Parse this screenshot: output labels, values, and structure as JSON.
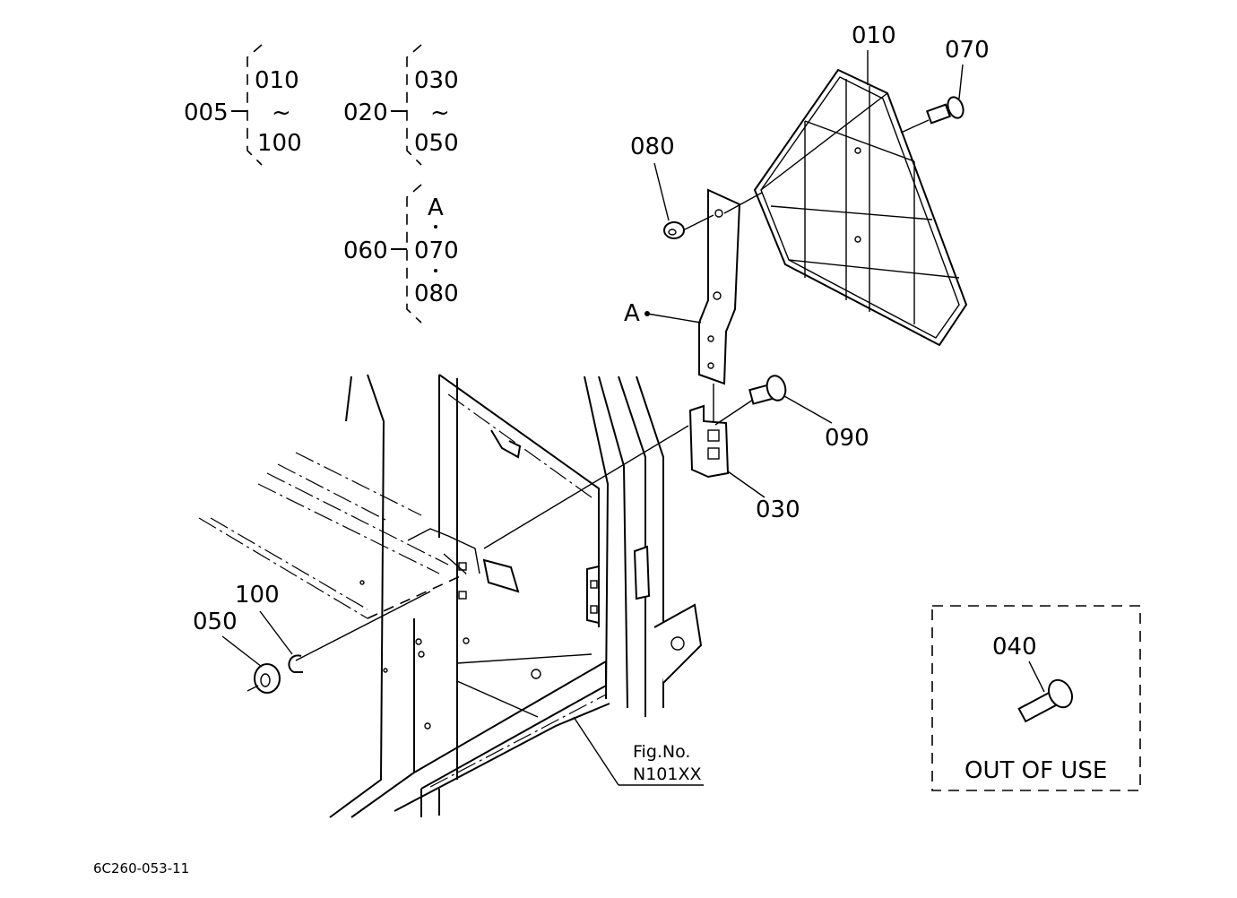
{
  "groups": [
    {
      "parent": "005",
      "first": "010",
      "sep": "~",
      "last": "100"
    },
    {
      "parent": "020",
      "first": "030",
      "sep": "~",
      "last": "050"
    }
  ],
  "group060": {
    "parent": "060",
    "items": [
      "A",
      "070",
      "080"
    ]
  },
  "callouts": {
    "p010": "010",
    "p070": "070",
    "p080": "080",
    "pA": "A",
    "p090": "090",
    "p030": "030",
    "p050": "050",
    "p100": "100",
    "p040": "040"
  },
  "figref": {
    "line1": "Fig.No.",
    "line2": "N101XX"
  },
  "out_of_use": "OUT OF USE",
  "footer_code": "6C260-053-11"
}
